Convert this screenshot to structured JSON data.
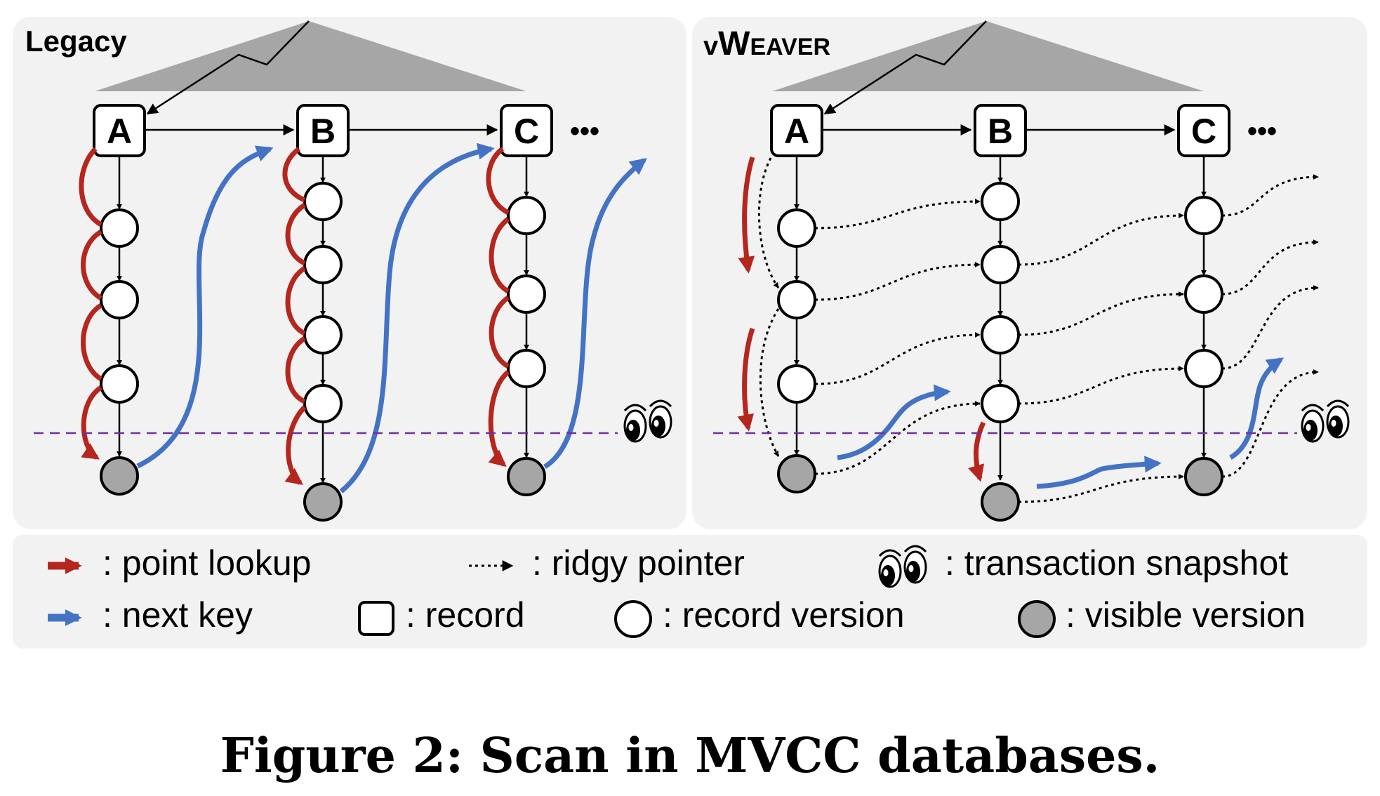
{
  "panels": {
    "legacy": {
      "title": "Legacy"
    },
    "vweaver": {
      "title_v": "v",
      "title_w": "W",
      "title_rest": "EAVER"
    }
  },
  "records": [
    "A",
    "B",
    "C"
  ],
  "ellipsis": "•••",
  "legend": {
    "point_lookup": ": point lookup",
    "next_key": ": next key",
    "ridgy_pointer": ": ridgy pointer",
    "record": ": record",
    "record_version": ": record version",
    "transaction_snapshot": ": transaction snapshot",
    "visible_version": ": visible version"
  },
  "caption": "Figure 2: Scan in MVCC databases.",
  "colors": {
    "point_lookup": "#b5261e",
    "next_key": "#4472c4",
    "snapshot_line": "#7030a0",
    "panel_bg": "#f2f2f2",
    "tree": "#a6a6a6",
    "visible_version": "#a6a6a6"
  }
}
